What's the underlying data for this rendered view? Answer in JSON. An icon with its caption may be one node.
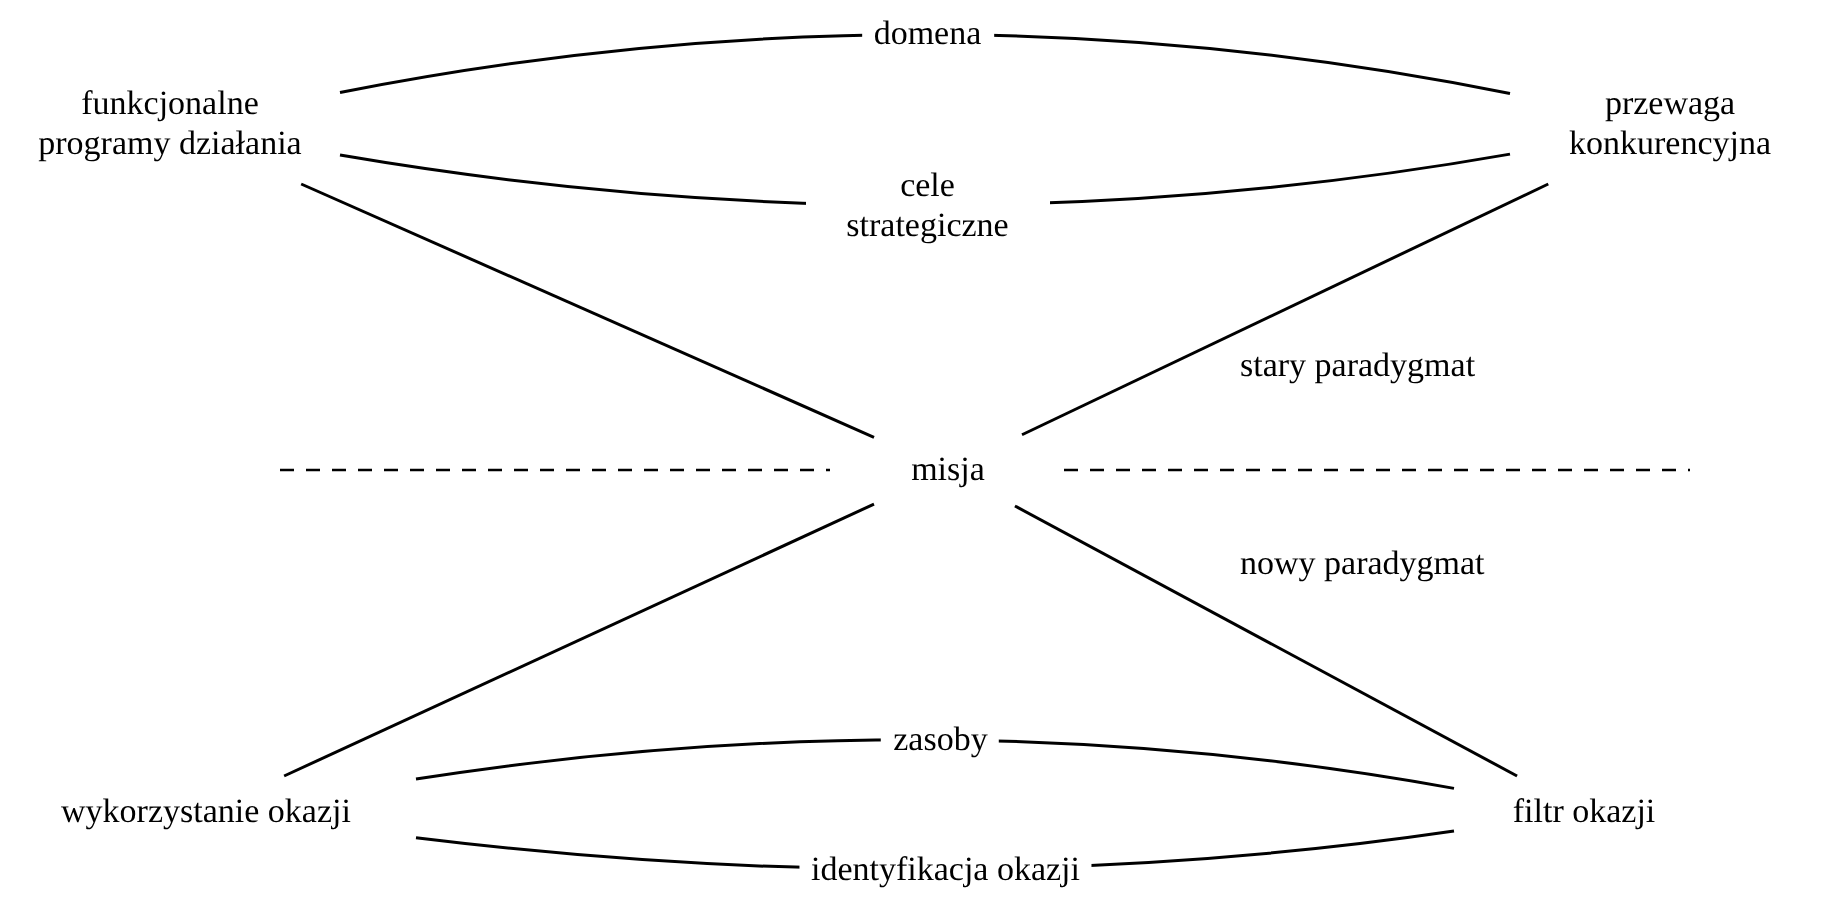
{
  "diagram": {
    "nodes": [
      {
        "text": [
          "funkcjonalne programy działania"
        ]
      },
      {
        "text": [
          "przewaga konkurencyjna"
        ]
      },
      {
        "text": [
          "misja"
        ]
      },
      {
        "text": [
          "wykorzystanie okazji"
        ]
      },
      {
        "text": [
          "filtr okazji"
        ]
      }
    ],
    "edges": [
      {
        "from": 0,
        "to": 1,
        "arrow": "none",
        "label": "domena"
      },
      {
        "from": 0,
        "to": 1,
        "arrow": "none",
        "label": "cele strategiczne"
      },
      {
        "from": 0,
        "to": 2,
        "arrow": "none"
      },
      {
        "from": 1,
        "to": 2,
        "arrow": "none"
      },
      {
        "from": 2,
        "to": 3,
        "arrow": "none"
      },
      {
        "from": 2,
        "to": 4,
        "arrow": "none"
      },
      {
        "from": 3,
        "to": 4,
        "arrow": "none",
        "label": "zasoby"
      },
      {
        "from": 3,
        "to": 4,
        "arrow": "none",
        "label": "identyfikacja okazji"
      }
    ],
    "labels": [
      "stary paradygmat",
      "nowy paradygmat"
    ]
  }
}
